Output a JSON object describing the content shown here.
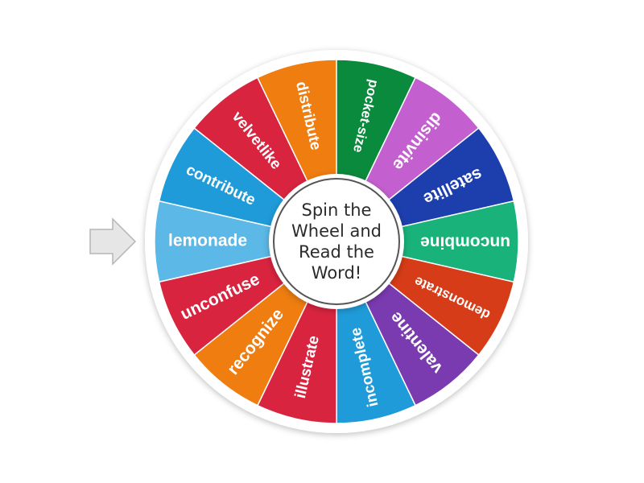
{
  "wheel": {
    "center_text": "Spin the Wheel and Read the Word!",
    "pointer_icon": "arrow-right-icon",
    "segments": [
      {
        "label": "lemonade",
        "color": "#5cb8e6",
        "text_color": "#ffffff"
      },
      {
        "label": "contribute",
        "color": "#1f9bd9"
      },
      {
        "label": "velvetlike",
        "color": "#d9243f"
      },
      {
        "label": "distribute",
        "color": "#ef7d10"
      },
      {
        "label": "pocket-size",
        "color": "#0a8a3c"
      },
      {
        "label": "disinvite",
        "color": "#c45fcf"
      },
      {
        "label": "satellite",
        "color": "#1d3fae"
      },
      {
        "label": "uncombine",
        "color": "#18b27a"
      },
      {
        "label": "demonstrate",
        "color": "#d63c17"
      },
      {
        "label": "valentine",
        "color": "#7a3bb1"
      },
      {
        "label": "incomplete",
        "color": "#1f9bd9"
      },
      {
        "label": "illustrate",
        "color": "#d9243f"
      },
      {
        "label": "recognize",
        "color": "#ef7d10"
      },
      {
        "label": "unconfuse",
        "color": "#d9243f"
      }
    ]
  }
}
